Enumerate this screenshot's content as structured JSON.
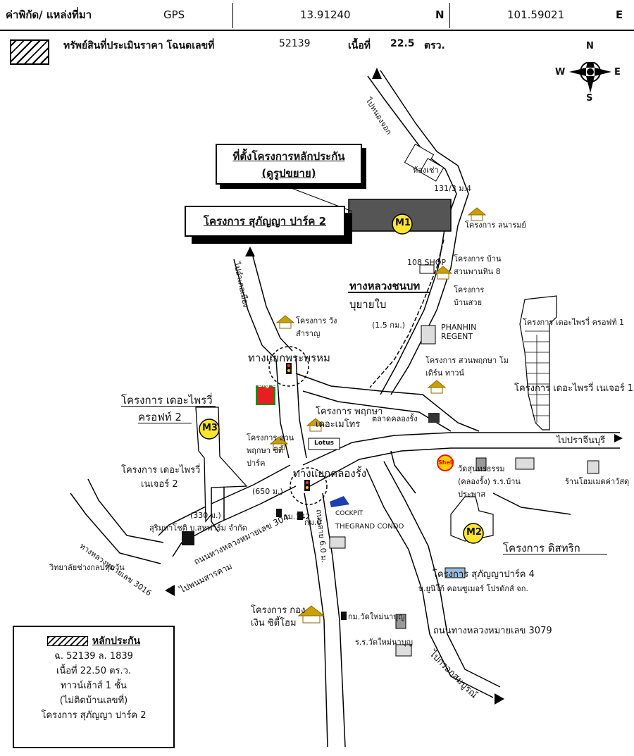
{
  "header": {
    "coord_label": "ค่าพิกัด/ แหล่งที่มา",
    "source": "GPS",
    "latitude": "13.91240",
    "lat_dir": "N",
    "longitude": "101.59021",
    "lon_dir": "E",
    "asset_label": "ทรัพย์สินที่ประเมินราคา โฉนดเลขที่",
    "deed_no": "52139",
    "area_label": "เนื้อที่",
    "area_value": "22.5",
    "area_unit": "ตรว."
  },
  "compass": {
    "n": "N",
    "s": "S",
    "e": "E",
    "w": "W"
  },
  "callouts": {
    "site_line1": "ที่ตั้งโครงการหลักประกัน",
    "site_line2": "(ดูรูปขยาย)",
    "project": "โครงการ สุภัญญา ปาร์ค 2"
  },
  "markers": {
    "m1": "M1",
    "m2": "M2",
    "m3": "M3"
  },
  "roads": {
    "north": "ไปหนองจอก",
    "to_city": "ไปอำเภอเมือง",
    "rural_road_1": "ทางหลวงชนบท",
    "rural_road_2": "บุยายใบ",
    "rural_dist": "(1.5 กม.)",
    "junction_1": "ทางแยกพระพรหม",
    "junction_2": "ทางแยกคลองรั้ง",
    "to_prachinburi": "ไปปราจีนบุรี",
    "hw_304": "ถนนทางหลวงหมายเลข 304",
    "to_phanom": "ไปพนมสารคาม",
    "hw_3016": "ทางหลวงหมายเลข 3016",
    "hw_3079": "ถนนทางหลวงหมายเลข 3079",
    "to_kabin": "ไปกรอกสมบูรณ์",
    "road_vert": "ถนนสาย 6.0 ม.",
    "dist_650": "(650 ม.)",
    "dist_330": "(330 ม.)",
    "km_0": "กม.0",
    "km_142": "กม.142"
  },
  "places": {
    "hong_chao": "ห้องเช่า",
    "house_131": "131/3 ม.4",
    "lanarom": "โครงการ ลนารมย์",
    "shop108": "108 SHOP",
    "suan_phan": "โครงการ บ้านสวนพานหิน 8",
    "ban_suay": "โครงการ บ้านสวย",
    "phanhin_regent": "PHANHIN REGENT",
    "wang_samran": "โครงการ วังสำราญ",
    "pruksa_modern": "โครงการ สวนพฤกษา โมเดิร์น ทาวน์",
    "the_price_croft1": "โครงการ เดอะไพรวี่ ครอฟท์ 1",
    "the_price_nature1": "โครงการ เดอะไพรวี่ เนเจอร์ 1",
    "big_c": "Big C",
    "the_price_croft2_l1": "โครงการ เดอะไพรวี่",
    "the_price_croft2_l2": "ครอฟท์ 2",
    "pruksa_metro": "โครงการ พฤกษา เดอะเมโทร",
    "market": "ตลาดคลองรั้ง",
    "pruksa_city": "โครงการ สวนพฤกษา ซิตี้ ปาร์ค",
    "lotus": "Lotus",
    "nature2_l1": "โครงการ เดอะไพรวี่",
    "nature2_l2": "เนเจอร์ 2",
    "factory": "สุริมหาโชติ บ.สหฟาร์ม จำกัด",
    "college": "วิทยาลัยช่างกลปทุมวัน",
    "cockpit": "COCKPIT",
    "grand_condo": "THEGRAND CONDO",
    "shell": "Shell",
    "temple": "วัดสุนทรธรรม (คลองรั้ง) ร.ร.บ้านประพาส",
    "shop_jewelry": "ร้านโฮมเมดค่าวัสดุ",
    "district": "โครงการ ดิสทริก",
    "suphanya4": "โครงการ สุภัญญาปาร์ค 4",
    "company": "บ.ยูนิโก้ คอนซูเมอร์ โปรดักส์ จก.",
    "ngoen_city": "โครงการ กองเงิน ซิตี้โฮม",
    "km_wat": "กม.วัดใหม่นาบุญ",
    "school_wat": "ร.ร.วัดใหม่นาบุญ"
  },
  "legend": {
    "title": "หลักประกัน",
    "line1": "ฉ. 52139 ล. 1839",
    "line2": "เนื้อที่ 22.50 ตร.ว.",
    "line3": "ทาวน์เฮ้าส์ 1 ชั้น",
    "line4": "(ไม่ติดบ้านเลขที่)",
    "line5": "โครงการ สุภัญญา ปาร์ค 2"
  }
}
